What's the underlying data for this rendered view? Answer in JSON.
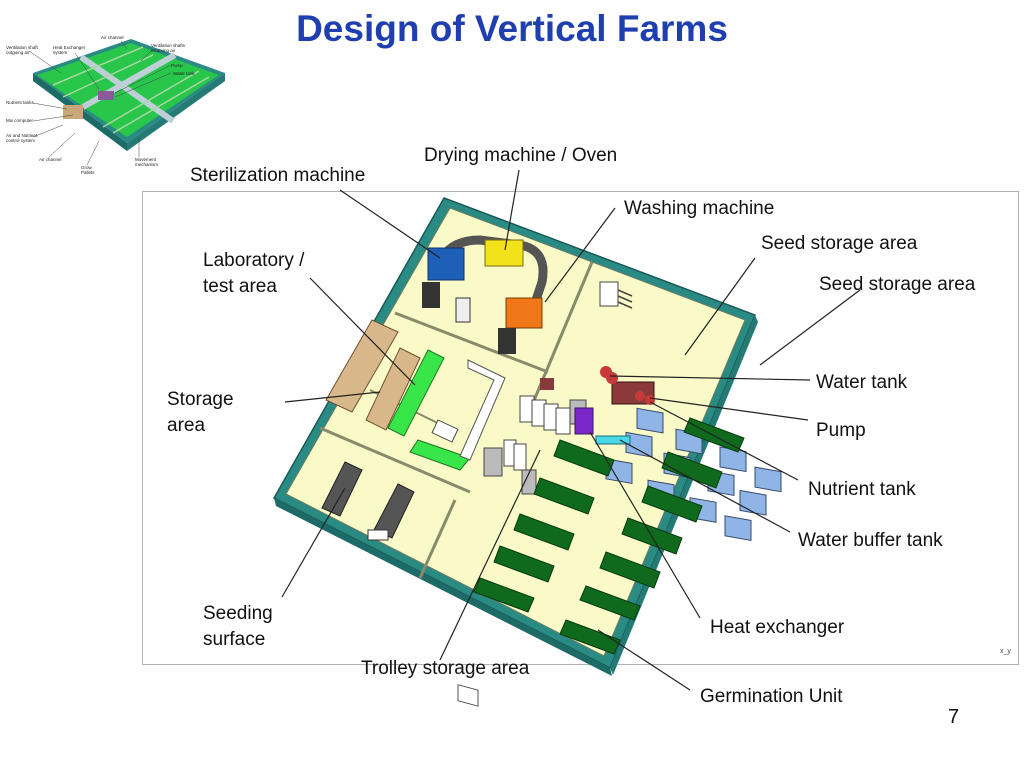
{
  "slide": {
    "title": "Design of Vertical Farms",
    "page_number": "7",
    "axis_mark": "x_y"
  },
  "thumbnail": {
    "labels": {
      "ventilation_outgoing": "Ventilation shaft outgoing air",
      "heat_exchanger": "Heat Exchanger system",
      "air_channel_top": "Air channel",
      "ventilation_incoming": "Ventilation shafts incoming air",
      "pump": "Pump",
      "water_tank": "Water tank",
      "nutrient_tanks": "Nutrient tanks",
      "mix_computer": "Mix computer",
      "air_nutrient_control": "Air and Nutrient control system",
      "air_channel_bottom": "Air channel",
      "grow_pallets": "Grow Pallets",
      "movement_mechanism": "Movement mechanism"
    }
  },
  "callouts": {
    "drying_machine": "Drying machine / Oven",
    "sterilization_machine": "Sterilization machine",
    "washing_machine": "Washing machine",
    "seed_storage_1": "Seed storage area",
    "seed_storage_2": "Seed storage area",
    "laboratory": "Laboratory /",
    "laboratory_2": "test area",
    "storage": "Storage",
    "storage_2": "area",
    "water_tank": "Water tank",
    "pump": "Pump",
    "nutrient_tank": "Nutrient tank",
    "water_buffer_tank": "Water buffer tank",
    "seeding_surface": "Seeding",
    "seeding_surface_2": "surface",
    "heat_exchanger": "Heat exchanger",
    "trolley_storage": "Trolley storage area",
    "germination_unit": "Germination Unit"
  },
  "colors": {
    "title": "#1f3fb0",
    "wall": "#2a8a84",
    "floor": "#fafac8",
    "growbed": "#0f6a1e",
    "lab_green": "#39e64a",
    "seed_box": "#8fb4e6",
    "sterilizer": "#1e5fb8",
    "dryer": "#f2e21a",
    "washer": "#f07818"
  }
}
